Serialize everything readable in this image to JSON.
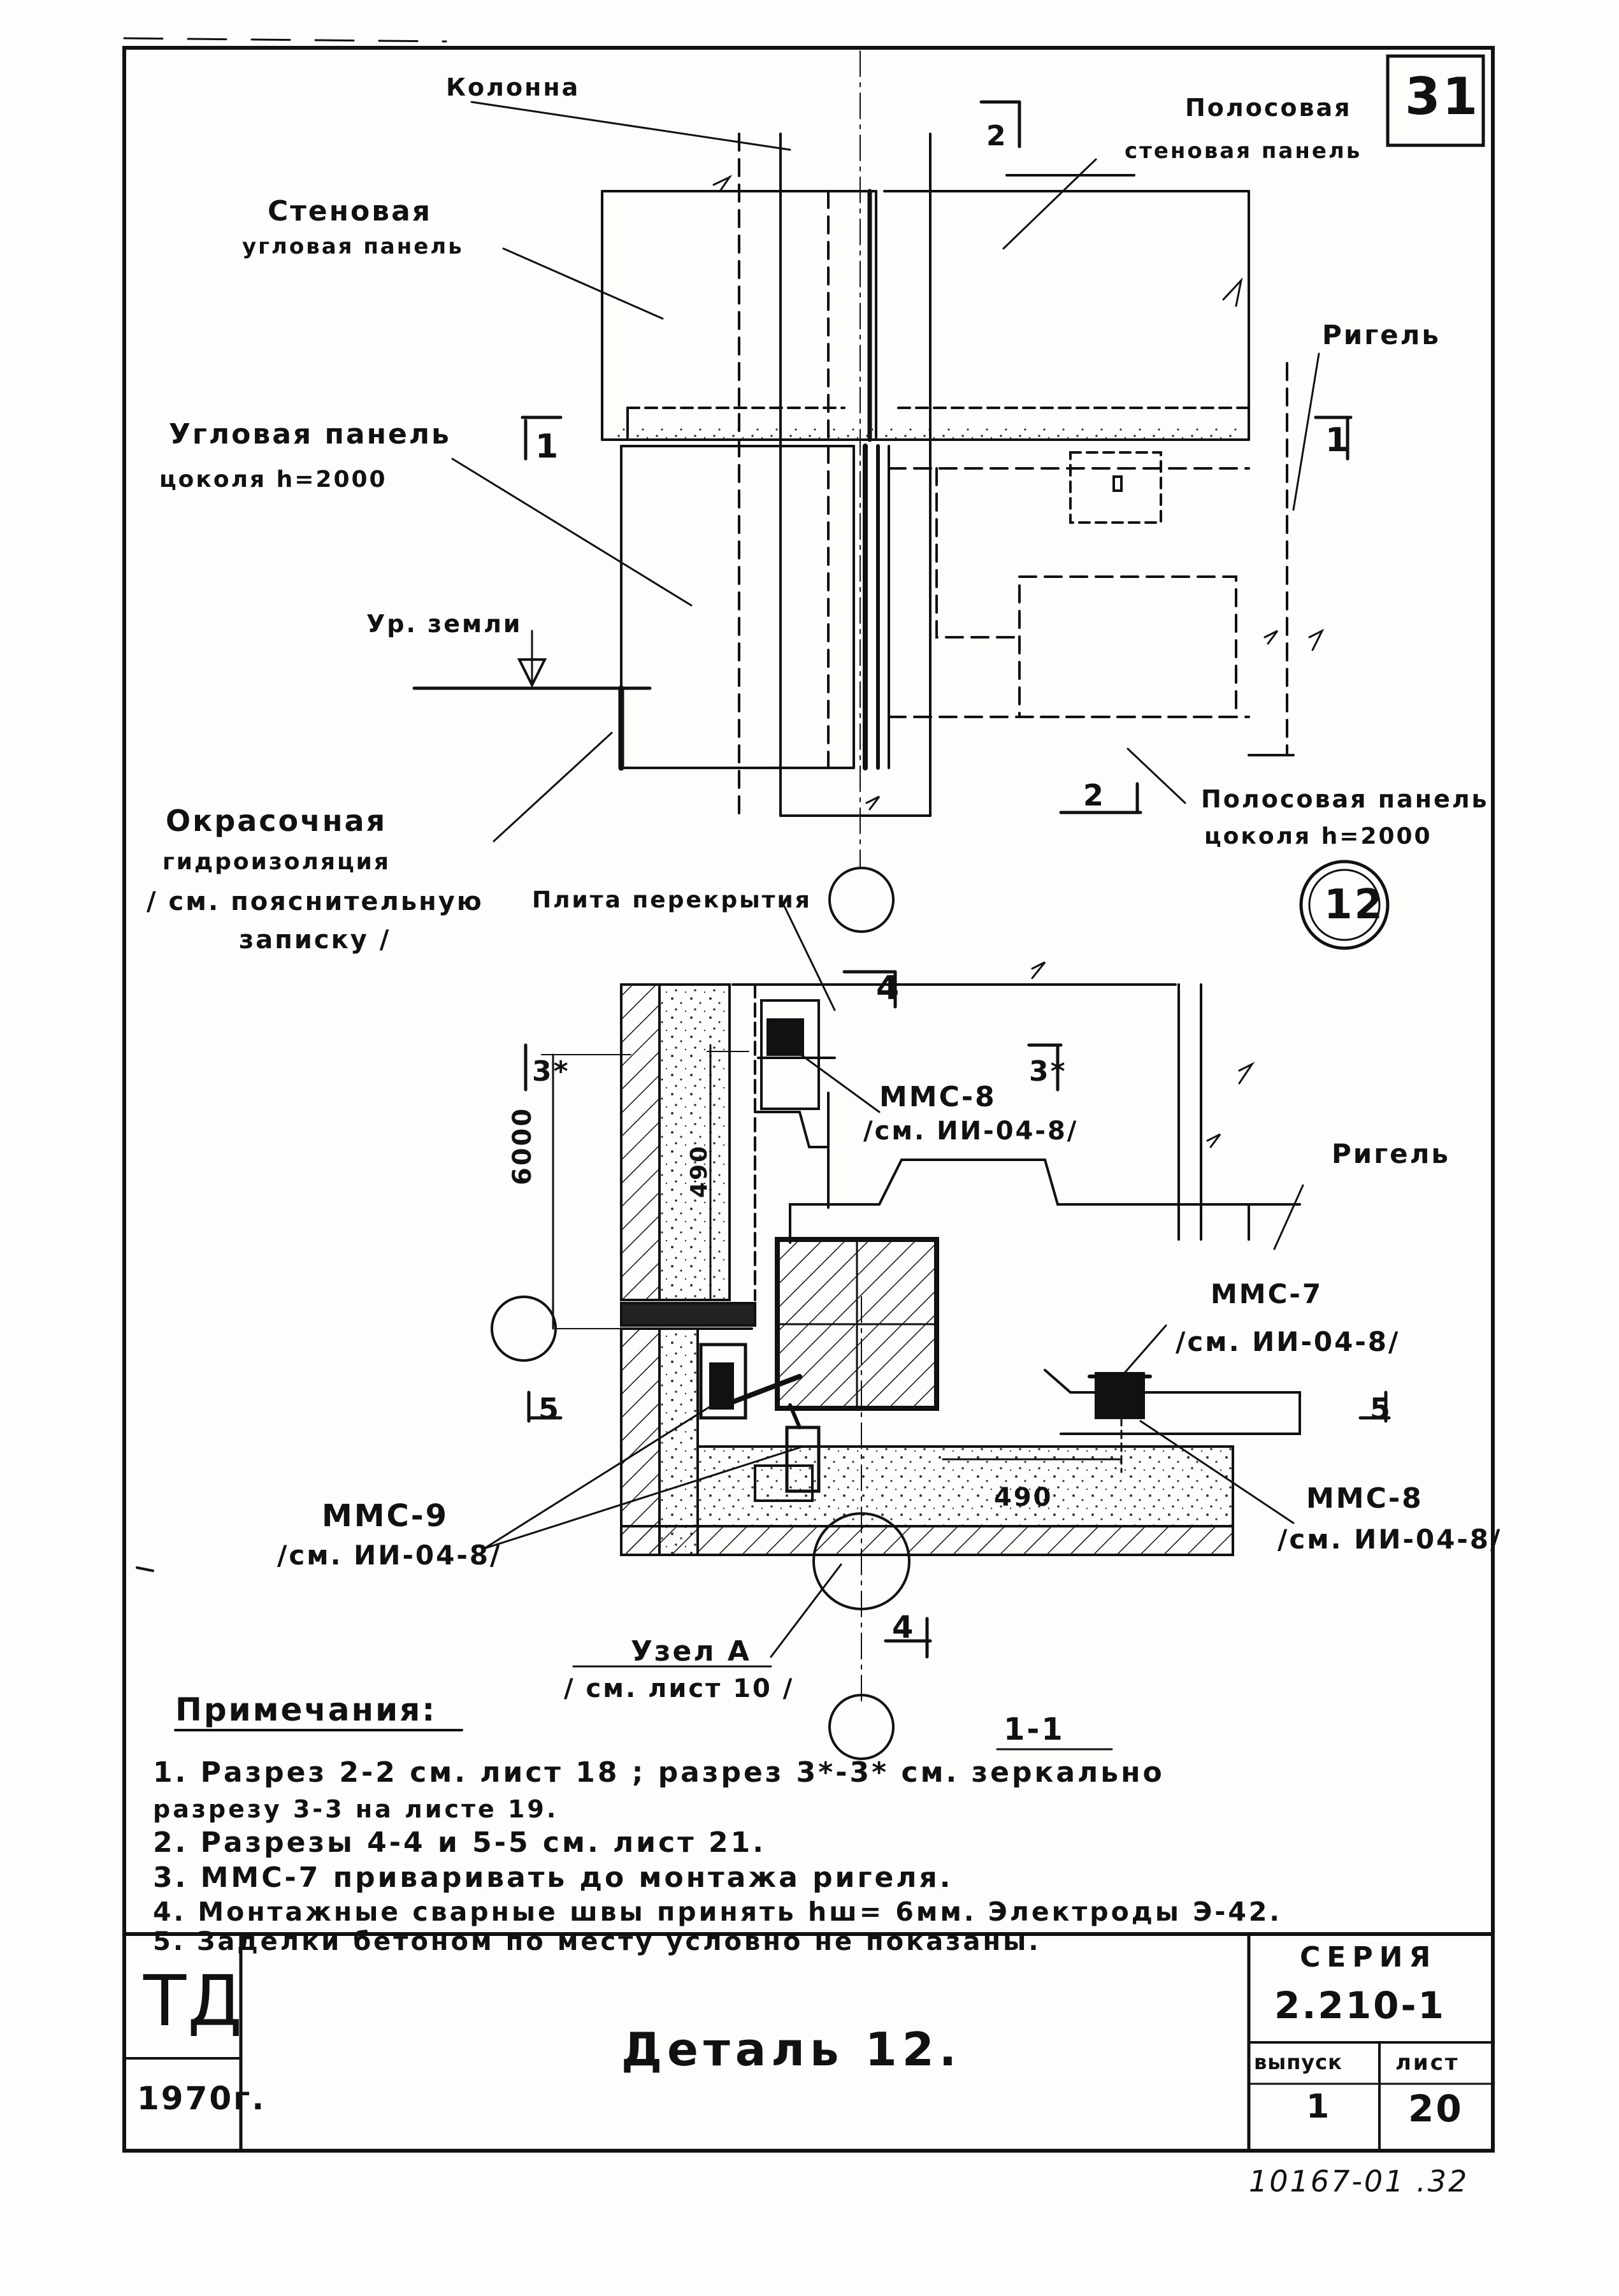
{
  "sheet_number": "31",
  "plan_labels": {
    "column": "Колонна",
    "strip_wall_panel": [
      "Полосовая",
      "стеновая панель"
    ],
    "corner_wall_panel": [
      "Стеновая",
      "угловая панель"
    ],
    "crossbar_top": "Ригель",
    "corner_plinth_panel": [
      "Угловая панель",
      "цоколя   h=2000"
    ],
    "ground_level": "Ур. земли",
    "waterproofing": [
      "Окрасочная",
      "гидроизоляция",
      "/ см. пояснительную",
      "записку /"
    ],
    "strip_plinth_panel": [
      "Полосовая панель",
      "цоколя      h=2000"
    ],
    "dim_2": "2",
    "section_1": "1",
    "section_1b": "1",
    "section_2": "2",
    "detail_12": "12"
  },
  "section_labels": {
    "floor_slab": "Плита перекрытия",
    "section_4_top": "4",
    "section_3s_left": "3*",
    "section_3s_right": "3*",
    "mmc8_top": [
      "ММС-8",
      "/см. ИИ-04-8/"
    ],
    "crossbar": "Ригель",
    "mmc7": [
      "ММС-7",
      "/см. ИИ-04-8/"
    ],
    "mmc9": [
      "ММС-9",
      "/см. ИИ-04-8/"
    ],
    "mmc8_right": [
      "ММС-8",
      "/см. ИИ-04-8/"
    ],
    "section_5_left": "5",
    "section_5_right": "5",
    "dim_6000": "6000",
    "dim_490_vert": "490",
    "dim_490_horiz": "490",
    "node_a": [
      "Узел А",
      "/ см. лист 10 /"
    ],
    "section_4_bottom": "4"
  },
  "notes": {
    "heading": "Примечания:",
    "caption": "1-1",
    "items": [
      "1. Разрез 2-2 см. лист 18 ; разрез 3*-3* см. зеркально",
      "    разрезу 3-3 на листе 19.",
      "2. Разрезы 4-4 и 5-5 см. лист 21.",
      "3. ММС-7 приваривать до монтажа ригеля.",
      "4. Монтажные сварные швы принять hш= 6мм.  Электроды Э-42.",
      "5. Заделки бетоном по месту условно не показаны."
    ]
  },
  "title_block": {
    "org": "ТД",
    "year": "1970г.",
    "title": "Деталь 12.",
    "series_label": "СЕРИЯ",
    "series_value": "2.210-1",
    "issue_label": "выпуск",
    "issue_value": "1",
    "sheet_label": "лист",
    "sheet_value": "20"
  },
  "footer_code": "10167-01 .32"
}
